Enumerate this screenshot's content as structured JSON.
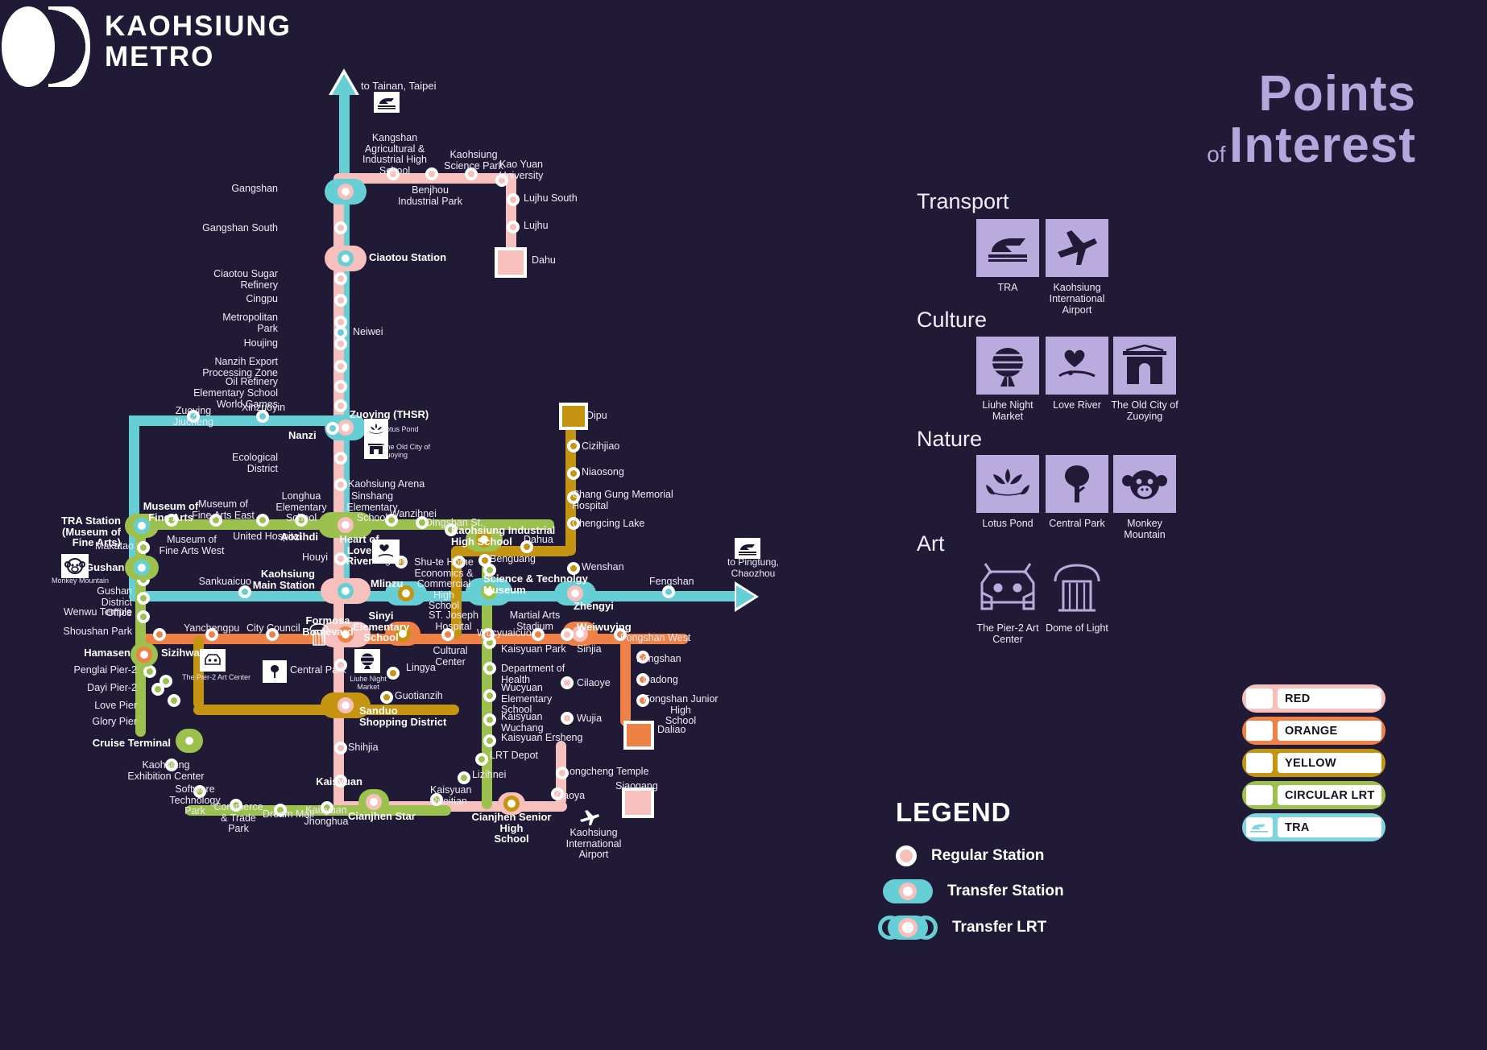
{
  "brand": {
    "line1": "KAOHSIUNG",
    "line2": "METRO"
  },
  "map": {
    "direction_notes": [
      {
        "text": "to Tainan, Taipei",
        "icon": "train-icon"
      },
      {
        "text": "to Pingtung,\nChaozhou",
        "icon": "train-icon"
      }
    ],
    "lines": [
      {
        "key": "red",
        "name": "RED",
        "color": "#f7c0bc"
      },
      {
        "key": "orange",
        "name": "ORANGE",
        "color": "#f08146"
      },
      {
        "key": "yellow",
        "name": "YELLOW",
        "color": "#c59512"
      },
      {
        "key": "green",
        "name": "CIRCULAR LRT",
        "color": "#9cc14f"
      },
      {
        "key": "tra",
        "name": "TRA",
        "color": "#66cfd6"
      }
    ],
    "stations": {
      "red_north": [
        "Gangshan",
        "Gangshan South",
        "Ciaotou Station",
        "Ciaotou Sugar Refinery",
        "Cingpu",
        "Metropolitan Park",
        "Houjing",
        "Nanzih Export Processing Zone",
        "Oil Refinery Elementary School",
        "World Games",
        "Zuoying (THSR)",
        "Ecological District",
        "Kaohsiung Arena",
        "Aozihdi",
        "Houyi",
        "Kaohsiung Main Station",
        "Formosa Boulevard",
        "Central Park",
        "Sanduo Shopping District",
        "Shihjia",
        "Kaisyuan",
        "Cianjhen Star"
      ],
      "red_branch": [
        "Kangshan Agricultural & Industrial High School",
        "Benjhou Industrial Park",
        "Kaohsiung Science Park",
        "Kao Yuan University",
        "Lujhu South",
        "Lujhu",
        "Dahu"
      ],
      "orange": [
        "Hamasen",
        "Sizihwan",
        "Yanchengpu",
        "City Council",
        "Formosa Boulevard",
        "Sinyi Elementary School",
        "Cultural Center",
        "Wucyuaicuo",
        "Martial Arts Stadium",
        "Weiwuying",
        "Fongshan West",
        "Fongshan",
        "Dadong",
        "Fongshan Junior High School",
        "Daliao"
      ],
      "yellow": [
        "Dipu",
        "Cizihjiao",
        "Niaosong",
        "Chang Gung Memorial Hospital",
        "Chengcing Lake",
        "Dahua",
        "Wenshan",
        "Benguang",
        "Dagang",
        "Shu-te Home Economics & Commercial High School",
        "Lingya",
        "Guotianzih",
        "Sanduo Shopping District"
      ],
      "green_lrt": [
        "TRA Station (Museum of Fine Arts)",
        "Museum of Fine Arts",
        "Museum of Fine Arts East",
        "United Hospital",
        "Longhua Elementary School",
        "Aozihdi",
        "Sinshang Elementary School",
        "Wanzihnei",
        "Dingshan St.",
        "Kaohsiung Industrial High School",
        "Science & Technolgy Museum",
        "Kaisyuan Park",
        "Department of Health",
        "Wucyuan Elementary School",
        "Kaisyuan Wuchang",
        "Kaisyuan Ersheng",
        "LRT Depot",
        "Lizihnei",
        "Kaisyuan Ruei​tian",
        "Cianjhen Star",
        "Kaisyuan Jhonghua",
        "Dream Mall",
        "Commerce & Trade Park",
        "Software Technology Park",
        "Kaohsiung Exhibition Center",
        "Cruise Terminal",
        "Glory Pier",
        "Love Pier",
        "Dayi Pier-2",
        "Penglai Pier-2",
        "Hamasen",
        "Makatao",
        "Gushan",
        "Gushan District Office",
        "Wenwu Temple",
        "Shoushan Park"
      ],
      "tra": [
        "Neiwei",
        "Zuoying Jiucheng",
        "Xinzuoyin",
        "Sankuaicuo",
        "Kaohsiung Main Station",
        "Mlinzu",
        "Science & Technolgy Museum",
        "Zhengyi",
        "Fengshan",
        "Nanzi",
        "Gangshan",
        "Ciaotou Station"
      ],
      "pink_south": [
        "Cianjhen Senior High School",
        "Caoya",
        "Siaogang",
        "Wujia",
        "Cilaoye",
        "Sinjia",
        "Weiwuying",
        "Zhengyi"
      ]
    },
    "labels": [
      "Gangshan",
      "Gangshan South",
      "Ciaotou Station",
      "Ciaotou Sugar\nRefinery",
      "Cingpu",
      "Metropolitan\nPark",
      "Houjing",
      "Nanzih Export\nProcessing Zone",
      "Oil Refinery\nElementary School",
      "World Games",
      "Zuoying (THSR)",
      "Ecological District",
      "Kaohsiung Arena",
      "Aozihdi",
      "Houyi",
      "Kaohsiung\nMain Station",
      "Formosa\nBoulevard",
      "Central Park",
      "Sanduo\nShopping District",
      "Shihjia",
      "Kaisyuan",
      "Cianjhen Star",
      "Kangshan\nAgricultural &\nIndustrial High\nSchool",
      "Benjhou\nIndustrial Park",
      "Kaohsiung\nScience Park",
      "Kao Yuan\nUniversity",
      "Lujhu South",
      "Lujhu",
      "Dahu",
      "Neiwei",
      "Zuoying\nJiucheng",
      "Xinzuoyin",
      "Nanzi",
      "TRA Station\n(Museum of Fine Arts)",
      "Museum of\nFine Arts",
      "Museum of\nFine Arts East",
      "Museum of\nFine Arts West",
      "United Hospital",
      "Longhua\nElementary\nSchool",
      "Sinshang\nElementary\nSchool",
      "Wanzihnei",
      "Dingshan St.",
      "Kaohsiung Industrial\nHigh School",
      "Heart of\nLove River",
      "Dagang",
      "Benguang",
      "Dahua",
      "Wenshan",
      "Fengshan",
      "Sankuaicuo",
      "Mlinzu",
      "Shu-te Home\nEconomics &\nCommercial High\nSchool",
      "Science & Technolgy\nMuseum",
      "Zhengyi",
      "Makatao",
      "Gushan",
      "Gushan District\nOffice",
      "Wenwu Temple",
      "Shoushan Park",
      "Hamasen",
      "Sizihwan",
      "Yanchengpu",
      "City Council",
      "Sinyi\nElementary\nSchool",
      "ST. Joseph\nHospital",
      "Cultural\nCenter",
      "Wucyuaicuo",
      "Martial Arts\nStadium",
      "Weiwuying",
      "Fongshan West",
      "Fongshan",
      "Dadong",
      "Fongshan Junior High\nSchool",
      "Daliao",
      "Penglai Pier-2",
      "Dayi Pier-2",
      "Love Pier",
      "Glory Pier",
      "Cruise Terminal",
      "Kaohsiung\nExhibition Center",
      "Software\nTechnology Park",
      "Commerce\n& Trade\nPark",
      "Dream Mall",
      "Kaisyuan\nJhonghua",
      "Kaisyuan Park",
      "Department of\nHealth",
      "Wucyuan\nElementary\nSchool",
      "Kaisyuan\nWuchang",
      "Kaisyuan Ersheng",
      "LRT Depot",
      "Lizihnei",
      "Kaisyuan\nRueitian",
      "Cianjhen Senior High\nSchool",
      "Caoya",
      "Siaogang",
      "Wujia",
      "Cilaoye",
      "Sinjia",
      "Longcheng Temple",
      "Lingya",
      "Guotianzih",
      "Dipu",
      "Cizihjiao",
      "Niaosong",
      "Chang Gung Memorial\nHospital",
      "Chengcing Lake",
      "Kaohsiung\nInternational\nAirport",
      "Central Park"
    ],
    "inline_pois": [
      {
        "label": "Lotus Pond",
        "icon": "lotus-icon"
      },
      {
        "label": "The Old City of\nZuoying",
        "icon": "oldcity-icon"
      },
      {
        "label": "Monkey Mountain",
        "icon": "monkey-icon"
      },
      {
        "label": "The Pier-2 Art Center",
        "icon": "pier2-icon"
      },
      {
        "label": "Central Park",
        "icon": "tree-icon"
      },
      {
        "label": "Liuhe Night\nMarket",
        "icon": "lantern-icon"
      },
      {
        "label": "Heart of\nLove River",
        "icon": "loveriver-icon"
      },
      {
        "label": "Formosa\nBoulevard",
        "icon": "dome-icon"
      },
      {
        "label": "Kaohsiung\nInternational\nAirport",
        "icon": "plane-icon"
      }
    ]
  },
  "poi": {
    "title_word1": "Points",
    "title_of": "of",
    "title_word2": "Interest",
    "categories": [
      {
        "name": "Transport",
        "items": [
          {
            "label": "TRA",
            "icon": "train-icon"
          },
          {
            "label": "Kaohsiung\nInternational\nAirport",
            "icon": "plane-icon"
          }
        ]
      },
      {
        "name": "Culture",
        "items": [
          {
            "label": "Liuhe Night\nMarket",
            "icon": "lantern-icon"
          },
          {
            "label": "Love River",
            "icon": "loveriver-icon"
          },
          {
            "label": "The Old City\nof Zuoying",
            "icon": "oldcity-icon"
          }
        ]
      },
      {
        "name": "Nature",
        "items": [
          {
            "label": "Lotus Pond",
            "icon": "lotus-icon"
          },
          {
            "label": "Central Park",
            "icon": "tree-icon"
          },
          {
            "label": "Monkey\nMountain",
            "icon": "monkey-icon"
          }
        ]
      },
      {
        "name": "Art",
        "items": [
          {
            "label": "The Pier-2\nArt Center",
            "icon": "pier2-icon"
          },
          {
            "label": "Dome of\nLight",
            "icon": "dome-icon"
          }
        ]
      }
    ]
  },
  "legend": {
    "title": "LEGEND",
    "markers": [
      {
        "label": "Regular Station",
        "type": "regular"
      },
      {
        "label": "Transfer Station",
        "type": "transfer"
      },
      {
        "label": "Transfer LRT",
        "type": "transfer-lrt"
      }
    ],
    "lines": [
      {
        "label": "RED",
        "color": "#f7c0bc"
      },
      {
        "label": "ORANGE",
        "color": "#f08146"
      },
      {
        "label": "YELLOW",
        "color": "#c59512"
      },
      {
        "label": "CIRCULAR LRT",
        "color": "#9cc14f"
      },
      {
        "label": "TRA",
        "color": "#7fd5de"
      }
    ]
  }
}
